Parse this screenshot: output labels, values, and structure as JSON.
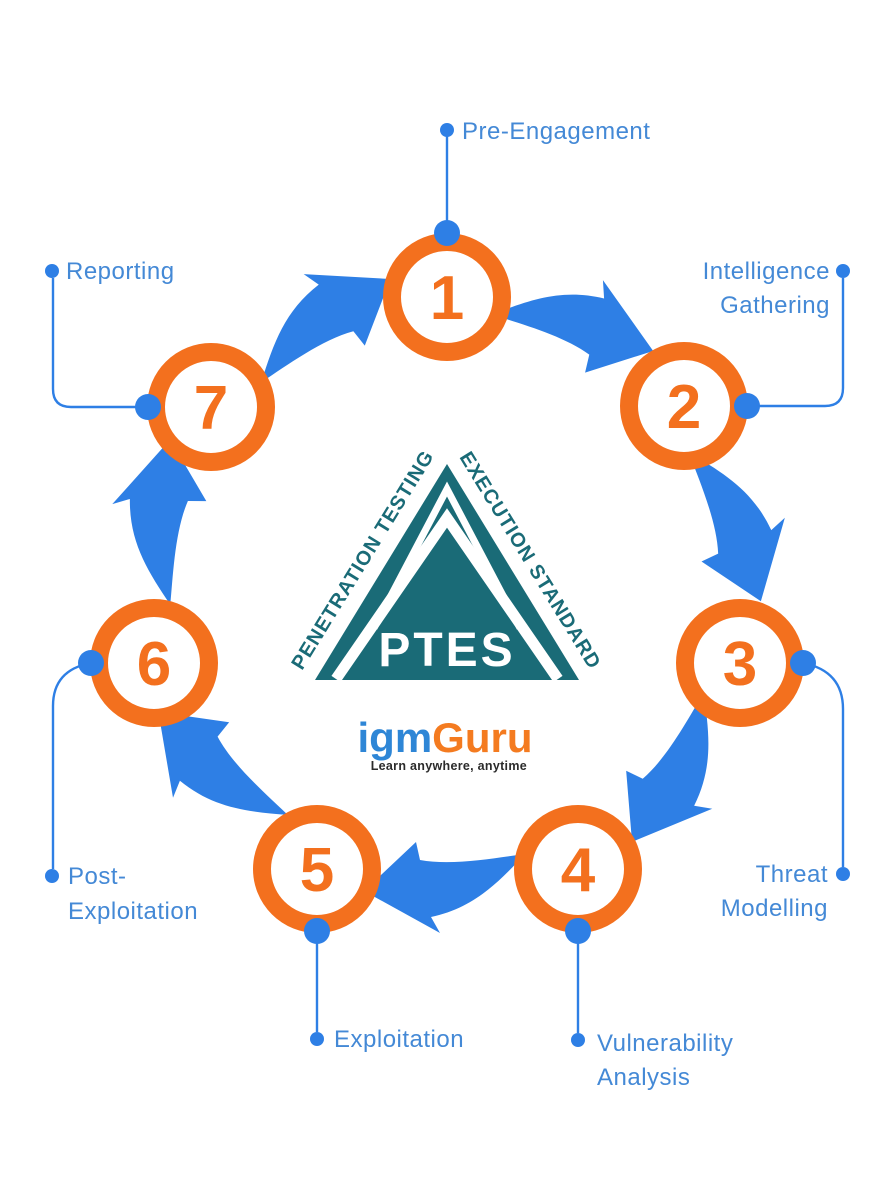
{
  "diagram": {
    "title": "PTES seven-step cycle",
    "steps": [
      {
        "number": "1",
        "label": "Pre-Engagement",
        "lines": [
          "Pre-Engagement"
        ]
      },
      {
        "number": "2",
        "label": "Intelligence Gathering",
        "lines": [
          "Intelligence",
          "Gathering"
        ]
      },
      {
        "number": "3",
        "label": "Threat Modelling",
        "lines": [
          "Threat",
          "Modelling"
        ]
      },
      {
        "number": "4",
        "label": "Vulnerability Analysis",
        "lines": [
          "Vulnerability",
          "Analysis"
        ]
      },
      {
        "number": "5",
        "label": "Exploitation",
        "lines": [
          "Exploitation"
        ]
      },
      {
        "number": "6",
        "label": "Post-Exploitation",
        "lines": [
          "Post-",
          "Exploitation"
        ]
      },
      {
        "number": "7",
        "label": "Reporting",
        "lines": [
          "Reporting"
        ]
      }
    ]
  },
  "logo": {
    "left_text": "PENETRATION TESTING",
    "right_text": "EXECUTION STANDARD",
    "acronym": "PTES"
  },
  "brand": {
    "name_blue": "igm",
    "name_orange": "Guru",
    "tagline": "Learn anywhere, anytime"
  },
  "colors": {
    "orange": "#F3701E",
    "arrow_blue": "#2E7FE5",
    "label_blue": "#4489D6",
    "teal": "#1A6B77",
    "brand_blue": "#2E86D6",
    "brand_orange": "#F47B20",
    "tagline_dark": "#2B2B2B",
    "background": "#FFFFFF"
  }
}
